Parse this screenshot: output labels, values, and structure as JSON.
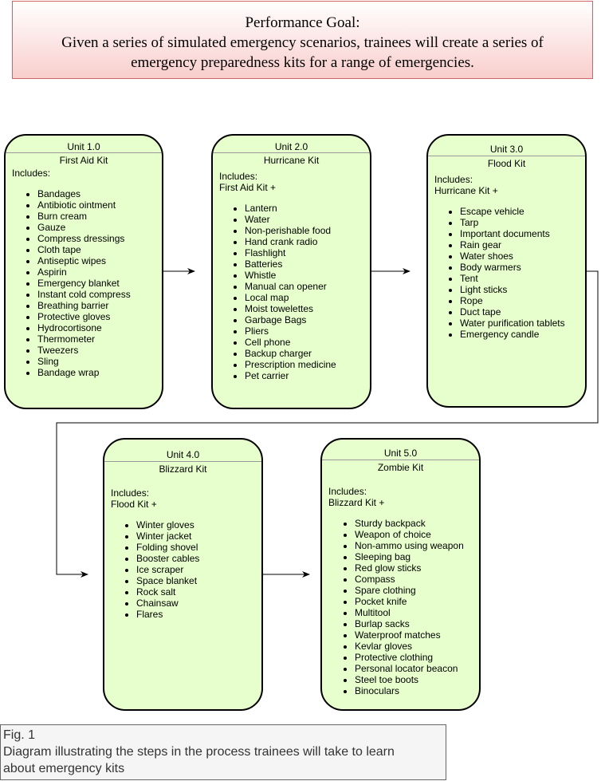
{
  "goal": {
    "line1": "Performance Goal:",
    "line2": "Given a series of simulated emergency scenarios, trainees will create a series of",
    "line3": "emergency preparedness kits for a range of emergencies."
  },
  "units": [
    {
      "title": "Unit 1.0",
      "kit": "First Aid Kit",
      "includes": "Includes:",
      "base": "",
      "items": [
        "Bandages",
        "Antibiotic ointment",
        "Burn cream",
        "Gauze",
        "Compress dressings",
        "Cloth tape",
        "Antiseptic wipes",
        "Aspirin",
        "Emergency blanket",
        "Instant cold compress",
        "Breathing barrier",
        "Protective gloves",
        "Hydrocortisone",
        "Thermometer",
        "Tweezers",
        "Sling",
        "Bandage wrap"
      ]
    },
    {
      "title": "Unit 2.0",
      "kit": "Hurricane Kit",
      "includes": "Includes:",
      "base": "First Aid Kit +",
      "items": [
        "Lantern",
        "Water",
        "Non-perishable food",
        "Hand crank radio",
        "Flashlight",
        "Batteries",
        "Whistle",
        "Manual can opener",
        "Local map",
        "Moist towelettes",
        "Garbage Bags",
        "Pliers",
        "Cell phone",
        "Backup charger",
        "Prescription medicine",
        "Pet carrier"
      ]
    },
    {
      "title": "Unit 3.0",
      "kit": "Flood Kit",
      "includes": "Includes:",
      "base": "Hurricane Kit +",
      "items": [
        "Escape vehicle",
        "Tarp",
        "Important documents",
        "Rain gear",
        "Water shoes",
        "Body warmers",
        "Tent",
        "Light sticks",
        "Rope",
        "Duct tape",
        "Water purification tablets",
        "Emergency candle"
      ]
    },
    {
      "title": "Unit 4.0",
      "kit": "Blizzard Kit",
      "includes": "Includes:",
      "base": "Flood Kit +",
      "items": [
        "Winter gloves",
        "Winter jacket",
        "Folding shovel",
        "Booster cables",
        "Ice scraper",
        "Space blanket",
        "Rock salt",
        "Chainsaw",
        "Flares"
      ]
    },
    {
      "title": "Unit 5.0",
      "kit": "Zombie Kit",
      "includes": "Includes:",
      "base": "Blizzard Kit +",
      "items": [
        "Sturdy backpack",
        "Weapon of choice",
        "Non-ammo using weapon",
        "Sleeping bag",
        "Red glow sticks",
        "Compass",
        "Spare clothing",
        "Pocket knife",
        "Multitool",
        "Burlap sacks",
        "Waterproof matches",
        "Kevlar gloves",
        "Protective clothing",
        "Personal locator beacon",
        "Steel toe boots",
        "Binoculars"
      ]
    }
  ],
  "caption": {
    "line1": "Fig. 1",
    "line2": "Diagram illustrating the steps in the process trainees will take to learn",
    "line3": "about emergency kits"
  }
}
